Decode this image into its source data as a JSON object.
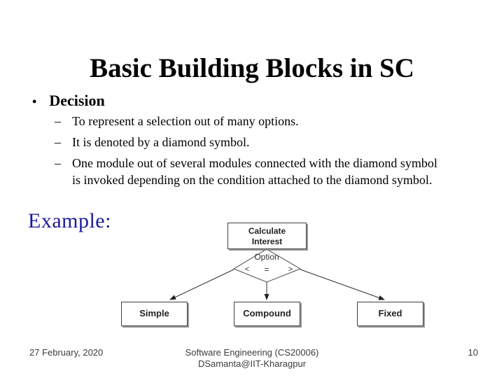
{
  "slide": {
    "title": "Basic Building Blocks in SC",
    "bullet": {
      "glyph": "•",
      "heading": "Decision",
      "dash": "–",
      "items": [
        "To represent a selection out of many options.",
        "It is denoted by a diamond symbol.",
        "One module out of several modules connected with the diamond symbol is invoked depending on the condition attached to the diamond symbol."
      ]
    },
    "example_label": "Example:",
    "diagram": {
      "top_box": {
        "line1": "Calculate",
        "line2": "Interest"
      },
      "decision": {
        "label": "Option",
        "operator": "=",
        "left_branch": "<",
        "right_branch": ">"
      },
      "bottom_boxes": [
        "Simple",
        "Compound",
        "Fixed"
      ]
    },
    "footer": {
      "date": "27 February, 2020",
      "course": "Software Engineering (CS20006)",
      "author": "DSamanta@IIT-Kharagpur",
      "page_number": "10"
    },
    "colors": {
      "example_blue": "#1a1a9e",
      "body_text": "#000000",
      "footer_text": "#3d3d3d"
    }
  }
}
